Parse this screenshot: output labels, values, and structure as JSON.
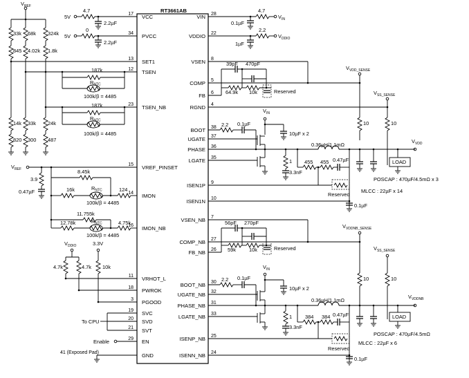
{
  "ic": {
    "name": "RT3661AB"
  },
  "pins_left": [
    {
      "num": "17",
      "name": "VCC"
    },
    {
      "num": "34",
      "name": "PVCC"
    },
    {
      "num": "13",
      "name": "SET1"
    },
    {
      "num": "12",
      "name": "TSEN"
    },
    {
      "num": "23",
      "name": "TSEN_NB"
    },
    {
      "num": "15",
      "name": "VREF_PINSET"
    },
    {
      "num": "14",
      "name": "IMON"
    },
    {
      "num": "16",
      "name": "IMON_NB"
    },
    {
      "num": "11",
      "name": "VRHOT_L"
    },
    {
      "num": "18",
      "name": "PWROK"
    },
    {
      "num": "3",
      "name": "PGOOD"
    },
    {
      "num": "19",
      "name": "SVC"
    },
    {
      "num": "20",
      "name": "SVD"
    },
    {
      "num": "21",
      "name": "SVT"
    },
    {
      "num": "29",
      "name": "EN"
    },
    {
      "num": "41 (Exposed Pad)",
      "name": "GND"
    }
  ],
  "pins_right": [
    {
      "num": "28",
      "name": "VIN"
    },
    {
      "num": "22",
      "name": "VDDIO"
    },
    {
      "num": "8",
      "name": "VSEN"
    },
    {
      "num": "5",
      "name": "COMP"
    },
    {
      "num": "6",
      "name": "FB"
    },
    {
      "num": "4",
      "name": "RGND"
    },
    {
      "num": "38",
      "name": "BOOT"
    },
    {
      "num": "37",
      "name": "UGATE"
    },
    {
      "num": "36",
      "name": "PHASE"
    },
    {
      "num": "35",
      "name": "LGATE"
    },
    {
      "num": "9",
      "name": "ISEN1P"
    },
    {
      "num": "10",
      "name": "ISEN1N"
    },
    {
      "num": "7",
      "name": "VSEN_NB"
    },
    {
      "num": "27",
      "name": "COMP_NB"
    },
    {
      "num": "26",
      "name": "FB_NB"
    },
    {
      "num": "30",
      "name": "BOOT_NB"
    },
    {
      "num": "32",
      "name": "UGATE_NB"
    },
    {
      "num": "31",
      "name": "PHASE_NB"
    },
    {
      "num": "33",
      "name": "LGATE_NB"
    },
    {
      "num": "25",
      "name": "ISENP_NB"
    },
    {
      "num": "24",
      "name": "ISENN_NB"
    }
  ],
  "labels": {
    "vref_top": "V",
    "vref_top_sub": "REF",
    "vref_left": "V",
    "vref_left_sub": "REF",
    "rail_5v_a": "5V",
    "rail_5v_b": "5V",
    "r_vcc": "4.7",
    "r_pvcc": "0",
    "c_vcc": "2.2µF",
    "c_pvcc": "2.2µF",
    "r_vin": "4.7",
    "vin_out": "V",
    "vin_out_sub": "IN",
    "c_vin": "0.1µF",
    "r_vddio": "2.2",
    "vddio_out": "V",
    "vddio_out_sub": "DDIO",
    "c_vddio": "1µF",
    "div_r1a": "33k",
    "div_r1b": "845",
    "div_r2a": "68k",
    "div_r2b": "4.02k",
    "div_r3a": "324k",
    "div_r3b": "1.8k",
    "div_r4a": "14k",
    "div_r4b": "820",
    "div_r5a": "33k",
    "div_r5b": "300",
    "div_r6a": "24k",
    "div_r6b": "487",
    "tsen_r": "187k",
    "tsen_ntc": "R",
    "tsen_ntc_sub": "NTC",
    "tsen_ntc_spec": "100k/β = 4485",
    "tsennb_r": "187k",
    "tsennb_ntc": "R",
    "tsennb_ntc_sub": "NTC",
    "tsennb_ntc_spec": "100k/β = 4485",
    "vref_r": "3.9",
    "vref_c": "0.47µF",
    "imon_r1": "8.45k",
    "imon_r2": "16k",
    "imon_ntc": "R",
    "imon_ntc_sub": "NTC",
    "imon_r3": "124",
    "imon_ntc_spec": "100k/β = 4485",
    "imonnb_r1": "11.755k",
    "imonnb_r2": "12.78k",
    "imonnb_ntc": "R",
    "imonnb_ntc_sub": "NTC",
    "imonnb_r3": "4.75k",
    "imonnb_ntc_spec": "100k/β = 4485",
    "pull_vddio": "V",
    "pull_vddio_sub": "DDIO",
    "pull_3v3": "3.3V",
    "pull_r1": "4.7k",
    "pull_r2": "4.7k",
    "pull_r3": "10k",
    "to_cpu": "To CPU",
    "enable": "Enable",
    "comp_c1": "39pF",
    "comp_c2": "470pF",
    "comp_r1": "64.9k",
    "comp_r2": "10k",
    "comp_res": "Reserved",
    "vdd_sense": "V",
    "vdd_sense_sub": "VDD_SENSE",
    "vss_sense": "V",
    "vss_sense_sub": "SS_SENSE",
    "r_sense1": "10",
    "r_sense2": "10",
    "boot_r": "2.2",
    "boot_c": "0.1µF",
    "vin1": "V",
    "vin1_sub": "IN",
    "cin1": "10µF x 2",
    "ind1": "0.36µH/1.1mΩ",
    "vdd_out": "V",
    "vdd_out_sub": "VDD",
    "snub_r": "1",
    "snub_c": "3.3nF",
    "isen_r1": "455",
    "isen_r2": "455",
    "isen_c": "0.47µF",
    "load": "LOAD",
    "poscap1": "POSCAP : 470µF/4.5mΩ x 3",
    "mlcc1": "MLCC : 22µF x 14",
    "isen_res": "Reserved",
    "isenn_c": "0.1µF",
    "nb_c1": "56pF",
    "nb_c2": "270pF",
    "nb_r1": "59k",
    "nb_r2": "10k",
    "nb_res": "Reserved",
    "vddnb_sense": "V",
    "vddnb_sense_sub": "VDDNB_SENSE",
    "vssnb_sense": "V",
    "vssnb_sense_sub": "SS_SENSE",
    "nb_r_sense1": "10",
    "nb_r_sense2": "10",
    "nb_boot_r": "2.2",
    "nb_boot_c": "0.1µF",
    "vin2": "V",
    "vin2_sub": "IN",
    "cin2": "10µF x 2",
    "ind2": "0.36µH/1.1mΩ",
    "vddnb_out": "V",
    "vddnb_out_sub": "VDDNB",
    "nb_snub_r": "1",
    "nb_snub_c": "3.3nF",
    "nb_isen_r1": "384",
    "nb_isen_r2": "384",
    "nb_isen_c": "0.47µF",
    "nb_load": "LOAD",
    "poscap2": "POSCAP : 470µF/4.5mΩ",
    "mlcc2": "MLCC : 22µF x 6",
    "nb_isen_res": "Reserved",
    "nb_isenn_c": "0.1µF"
  }
}
